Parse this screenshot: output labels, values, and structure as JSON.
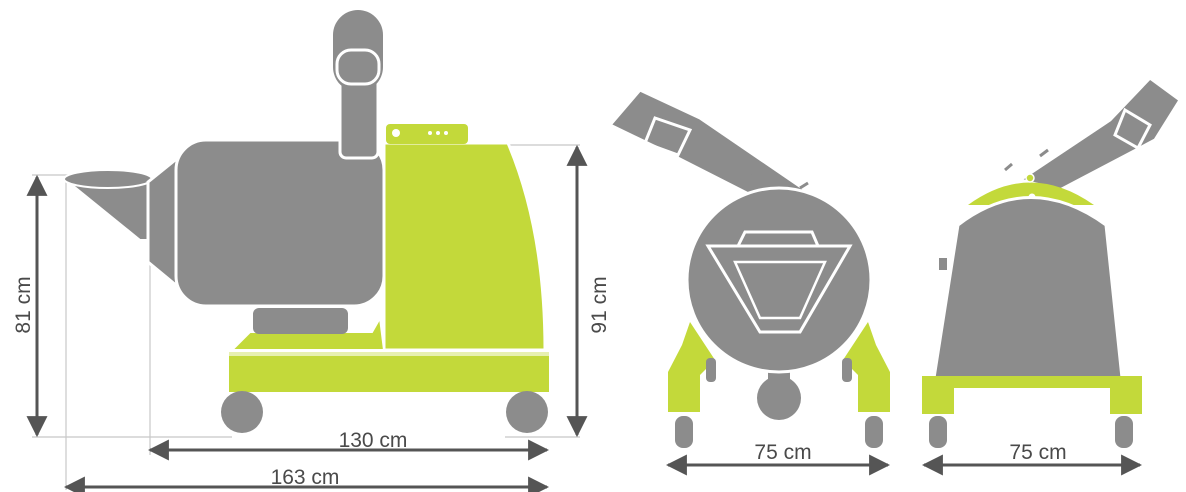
{
  "dimensions": {
    "height_left": "81 cm",
    "height_right": "91 cm",
    "length_body": "130 cm",
    "length_total": "163 cm",
    "width_front": "75 cm",
    "width_back": "75 cm"
  },
  "colors": {
    "body_gray": "#8c8c8c",
    "accent_green": "#c3d93a",
    "dimension_line": "#555555",
    "guide_line": "#c8c8c8",
    "outline": "#ffffff"
  }
}
